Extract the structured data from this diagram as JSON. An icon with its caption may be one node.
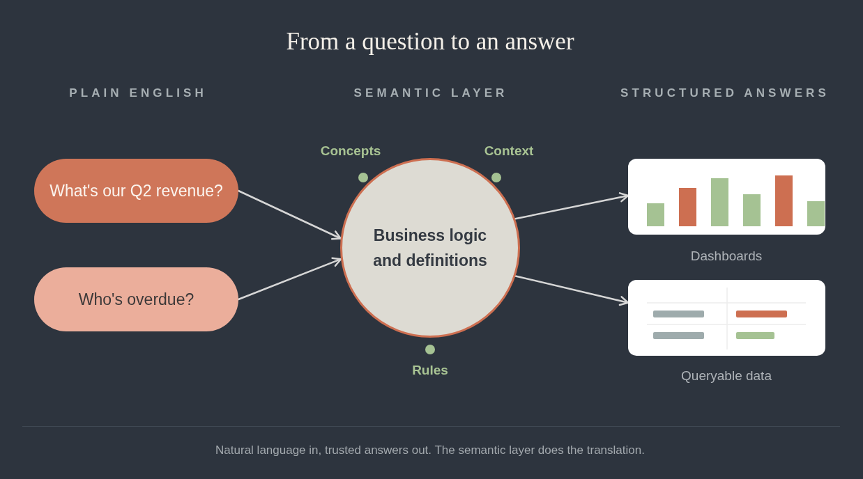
{
  "diagram": {
    "title": "From a question to an answer",
    "caption": "Natural language in, trusted answers out. The semantic layer does the translation.",
    "nodes": [
      {
        "text": [
          "What's our Q2 revenue?"
        ]
      },
      {
        "text": [
          "Who's overdue?"
        ]
      },
      {
        "text": [
          "Business logic and definitions"
        ],
        "beside": [
          "Concepts",
          "Context",
          "Rules"
        ]
      },
      {
        "text": [],
        "shape": "picture",
        "beside": [
          "Dashboards"
        ]
      },
      {
        "text": [],
        "shape": "picture",
        "beside": [
          "Queryable data"
        ]
      }
    ],
    "edges": [
      {
        "from": 0,
        "to": 2,
        "arrow": "to"
      },
      {
        "from": 1,
        "to": 2,
        "arrow": "to"
      },
      {
        "from": 2,
        "to": 3,
        "arrow": "to"
      },
      {
        "from": 2,
        "to": 4,
        "arrow": "to"
      }
    ],
    "labels": [
      "PLAIN ENGLISH",
      "SEMANTIC LAYER",
      "STRUCTURED ANSWERS"
    ]
  }
}
